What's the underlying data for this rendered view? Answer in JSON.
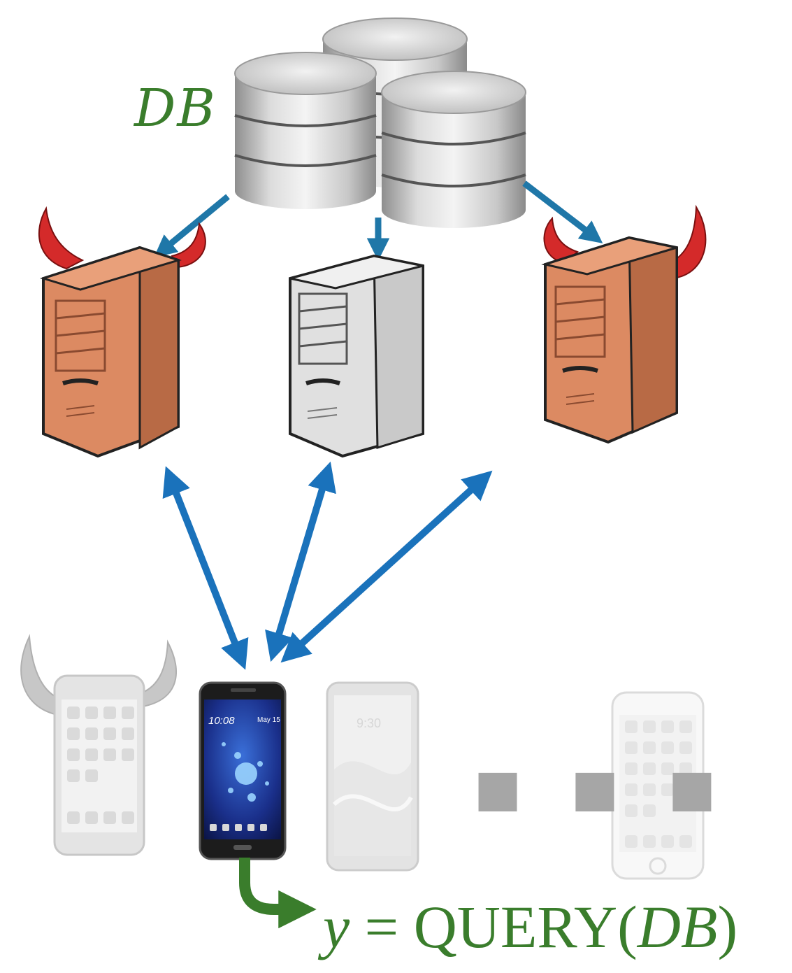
{
  "labels": {
    "db": "DB",
    "result_lhs": "y",
    "result_eq": " = ",
    "result_query": "QUERY(",
    "result_arg": "DB",
    "result_close": ")",
    "ellipsis": "■ ■ ■"
  },
  "colors": {
    "label_green": "#3a7d2c",
    "arrow_blue": "#1a72bb",
    "arrow_teal": "#1f77a8",
    "server_malicious": "#dc8a62",
    "server_honest": "#e0e0e0",
    "horn_red": "#d42a2a",
    "phone_dark": "#1c1c1c"
  },
  "icons": {
    "database": "database-stack-icon",
    "malicious_server": "malicious-server-icon",
    "honest_server": "honest-server-icon",
    "malicious_phone": "malicious-phone-icon",
    "user_phone": "user-phone-icon",
    "other_phone": "phone-icon"
  }
}
